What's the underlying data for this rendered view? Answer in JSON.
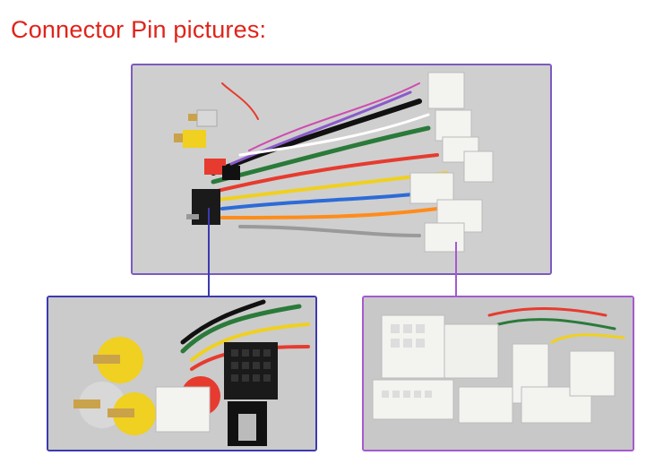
{
  "page": {
    "title": "Connector Pin pictures:",
    "title_color": "#e0231a",
    "frame_colors": {
      "top": "#7c5ac0",
      "left": "#3c3ab0",
      "right": "#a45ad0"
    }
  },
  "images": [
    {
      "id": "top",
      "alt": "wiring harness overview"
    },
    {
      "id": "left",
      "alt": "RCA plugs and black connector close-up"
    },
    {
      "id": "right",
      "alt": "white connectors close-up"
    }
  ]
}
